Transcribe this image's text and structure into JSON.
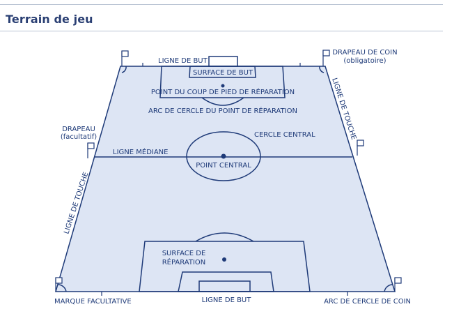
{
  "title": "Terrain de jeu",
  "labels": {
    "goal_line_top": "LIGNE DE BUT",
    "goal_area_top": "SURFACE DE BUT",
    "penalty_mark": "POINT DU COUP DE PIED DE RÉPARATION",
    "penalty_arc": "ARC DE CERCLE DU POINT DE RÉPARATION",
    "corner_flag_1": "DRAPEAU DE COIN",
    "corner_flag_2": "(obligatoire)",
    "touch_line_right": "LIGNE DE TOUCHE",
    "flag_1": "DRAPEAU",
    "flag_2": "(facultatif)",
    "center_circle": "CERCLE CENTRAL",
    "halfway_line": "LIGNE MÉDIANE",
    "center_mark": "POINT CENTRAL",
    "touch_line_left": "LIGNE DE TOUCHE",
    "penalty_area_1": "SURFACE DE",
    "penalty_area_2": "RÉPARATION",
    "optional_mark": "MARQUE FACULTATIVE",
    "goal_line_bottom": "LIGNE DE BUT",
    "corner_arc": "ARC DE CERCLE DE COIN"
  },
  "colors": {
    "field_fill": "#dde5f4",
    "line": "#1e3a78",
    "title": "#2a3f73",
    "rule": "#b9c3d3"
  }
}
